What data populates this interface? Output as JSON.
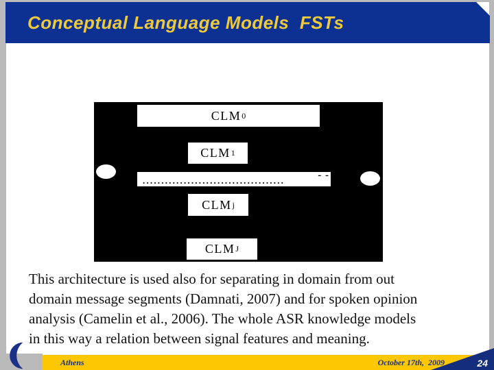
{
  "slide": {
    "title": "Conceptual Language Models  FSTs"
  },
  "diagram": {
    "boxes": [
      {
        "name": "CLM",
        "sub": "0"
      },
      {
        "name": "CLM",
        "sub": "1"
      },
      {
        "name": "CLM",
        "sub": "j"
      },
      {
        "name": "CLM",
        "sub": "J"
      }
    ],
    "dots": "......................................",
    "dash": "- -"
  },
  "body": {
    "lines": [
      "This architecture is used also for separating in domain from out",
      "domain message segments (Damnati, 2007) and for spoken opinion",
      "analysis (Camelin et al., 2006). The whole ASR knowledge models",
      "in this way a relation between signal features and meaning."
    ]
  },
  "footer": {
    "location": "Athens",
    "date": "October 17th,  2009",
    "page": "24"
  },
  "colors": {
    "title_bar_blue": "#0d3192",
    "title_text_gold": "#eec93a",
    "footer_bar_gold": "#fdc704",
    "footer_text_blue": "#1b2f7e",
    "page_triangle_blue": "#152d7d",
    "frame_gray": "#b9b9b9",
    "diagram_background": "#000000"
  }
}
